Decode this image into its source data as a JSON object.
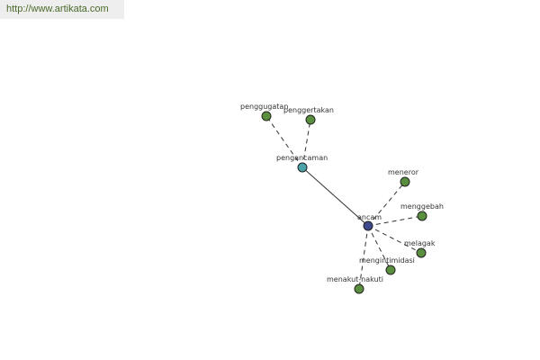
{
  "banner": {
    "url_text": "http://www.artikata.com"
  },
  "colors": {
    "root": "#3f4a8c",
    "hub": "#4aa3a8",
    "leaf": "#5a8f3f"
  },
  "graph": {
    "nodes": [
      {
        "id": "ancam",
        "label": "ancam",
        "kind": "root"
      },
      {
        "id": "pengancaman",
        "label": "pengancaman",
        "kind": "hub"
      },
      {
        "id": "penggugatan",
        "label": "penggugatan",
        "kind": "leaf"
      },
      {
        "id": "penggertakan",
        "label": "penggertakan",
        "kind": "leaf"
      },
      {
        "id": "meneror",
        "label": "meneror",
        "kind": "leaf"
      },
      {
        "id": "menggebah",
        "label": "menggebah",
        "kind": "leaf"
      },
      {
        "id": "melagak",
        "label": "melagak",
        "kind": "leaf"
      },
      {
        "id": "mengintimidasi",
        "label": "mengintimidasi",
        "kind": "leaf"
      },
      {
        "id": "menakut-nakuti",
        "label": "menakut-nakuti",
        "kind": "leaf"
      }
    ],
    "edges": [
      {
        "from": "ancam",
        "to": "pengancaman",
        "style": "solid"
      },
      {
        "from": "pengancaman",
        "to": "penggugatan",
        "style": "dashed"
      },
      {
        "from": "pengancaman",
        "to": "penggertakan",
        "style": "dashed"
      },
      {
        "from": "ancam",
        "to": "meneror",
        "style": "dashed"
      },
      {
        "from": "ancam",
        "to": "menggebah",
        "style": "dashed"
      },
      {
        "from": "ancam",
        "to": "melagak",
        "style": "dashed"
      },
      {
        "from": "ancam",
        "to": "mengintimidasi",
        "style": "dashed"
      },
      {
        "from": "ancam",
        "to": "menakut-nakuti",
        "style": "dashed"
      }
    ]
  }
}
